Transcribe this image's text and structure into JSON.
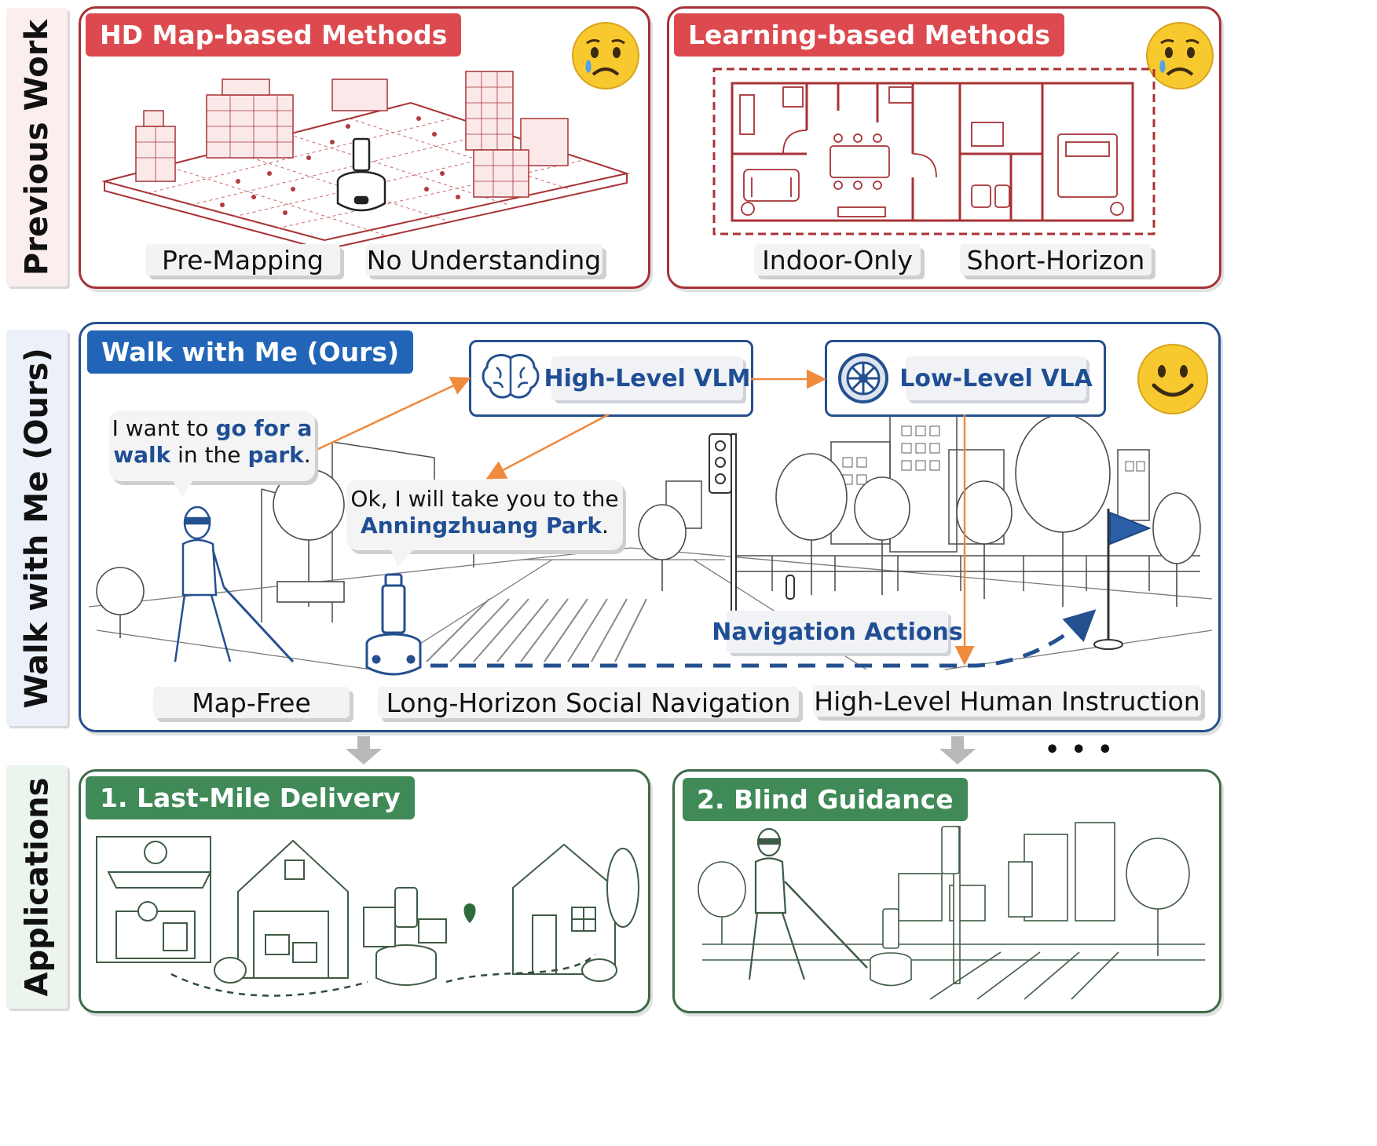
{
  "sections": {
    "previous_work": "Previous Work",
    "ours": "Walk with Me (Ours)",
    "applications": "Applications"
  },
  "hd_map": {
    "title": "HD Map-based Methods",
    "labels": [
      "Pre-Mapping",
      "No Understanding"
    ]
  },
  "learning": {
    "title": "Learning-based Methods",
    "labels": [
      "Indoor-Only",
      "Short-Horizon"
    ]
  },
  "ours": {
    "title": "Walk with Me (Ours)",
    "human_bubble": {
      "p1": "I want to ",
      "h1": "go for a",
      "h2": "walk",
      "p2": " in the ",
      "h3": "park",
      "p3": "."
    },
    "robot_bubble": {
      "line1": "Ok, I will take you to the",
      "h1": "Anningzhuang Park",
      "p1": "."
    },
    "vlm": "High-Level VLM",
    "vla": "Low-Level VLA",
    "nav_actions": "Navigation Actions",
    "labels": [
      "Map-Free",
      "Long-Horizon Social Navigation",
      "High-Level Human Instruction"
    ]
  },
  "ellipsis": "• • •",
  "apps": [
    {
      "title": "1. Last-Mile Delivery"
    },
    {
      "title": "2. Blind Guidance"
    }
  ],
  "icons": {
    "sad": "crying-face-icon",
    "happy": "smiling-face-icon",
    "brain": "brain-icon",
    "wheel": "wheel-icon"
  },
  "colors": {
    "red_accent": "#d9474b",
    "blue_accent": "#2265b8",
    "green_accent": "#3f8a57"
  }
}
